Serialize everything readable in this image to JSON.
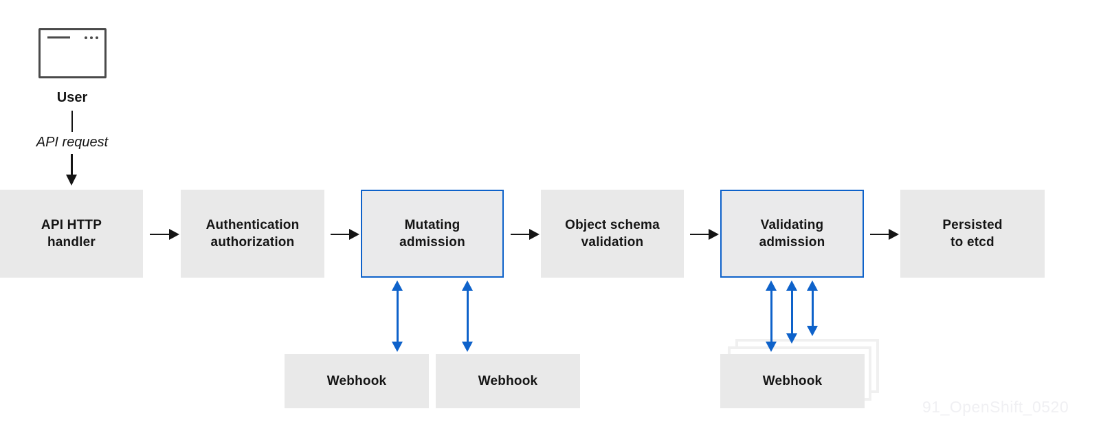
{
  "user_flow": {
    "user_label": "User",
    "request_label": "API request",
    "user_icon": "browser-window-icon"
  },
  "pipeline": [
    {
      "label": "API HTTP\nhandler",
      "highlighted": false
    },
    {
      "label": "Authentication\nauthorization",
      "highlighted": false
    },
    {
      "label": "Mutating\nadmission",
      "highlighted": true
    },
    {
      "label": "Object schema\nvalidation",
      "highlighted": false
    },
    {
      "label": "Validating\nadmission",
      "highlighted": true
    },
    {
      "label": "Persisted\nto etcd",
      "highlighted": false
    }
  ],
  "webhooks": [
    {
      "label": "Webhook",
      "attached_to": "Mutating admission",
      "stacked": false
    },
    {
      "label": "Webhook",
      "attached_to": "Mutating admission",
      "stacked": false
    },
    {
      "label": "Webhook",
      "attached_to": "Validating admission",
      "stacked": true
    }
  ],
  "watermark": "91_OpenShift_0520",
  "colors": {
    "box_fill": "#e9e9e9",
    "highlight_border": "#0e62ca",
    "blue_arrow": "#0e62ca",
    "black_arrow": "#151515",
    "text": "#151515",
    "sheet_outline": "#f0f0f0",
    "watermark_text": "#f0f0f3",
    "icon_stroke": "#4a4a4a"
  }
}
